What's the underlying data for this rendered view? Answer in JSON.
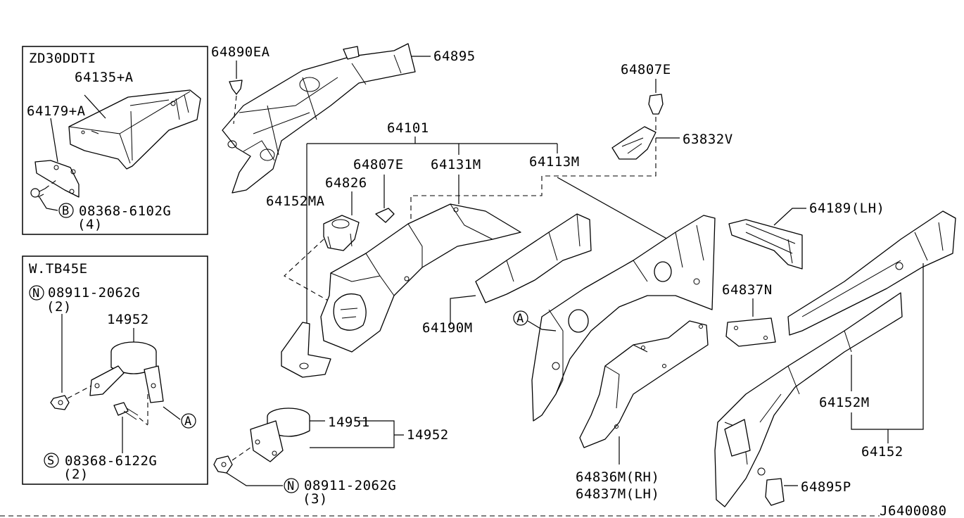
{
  "diagram_id": "J6400080",
  "inset_zd30": {
    "title": "ZD30DDTI",
    "labels": {
      "p64135a": "64135+A",
      "p64179a": "64179+A",
      "bolt_mark": "B",
      "bolt": "08368-6102G",
      "bolt_qty": "(4)"
    }
  },
  "inset_tb45": {
    "title": "W.TB45E",
    "labels": {
      "nut_mark": "N",
      "nut": "08911-2062G",
      "nut_qty": "(2)",
      "clamp": "14952",
      "screw_mark": "S",
      "screw": "08368-6122G",
      "screw_qty": "(2)",
      "ref_a": "A"
    }
  },
  "labels": {
    "p64890ea": "64890EA",
    "p64895": "64895",
    "p64807e_top": "64807E",
    "p63832v": "63832V",
    "p64101": "64101",
    "p64807e_mid": "64807E",
    "p64131m": "64131M",
    "p64113m": "64113M",
    "p64826": "64826",
    "p64152ma": "64152MA",
    "p64189lh": "64189(LH)",
    "p64190m": "64190M",
    "ref_a": "A",
    "p64837n": "64837N",
    "p64152m": "64152M",
    "p64152": "64152",
    "p14951": "14951",
    "p14952": "14952",
    "nut_mark": "N",
    "nut": "08911-2062G",
    "nut_qty": "(3)",
    "p64836m": "64836M(RH)",
    "p64837m": "64837M(LH)",
    "p64895p": "64895P"
  }
}
